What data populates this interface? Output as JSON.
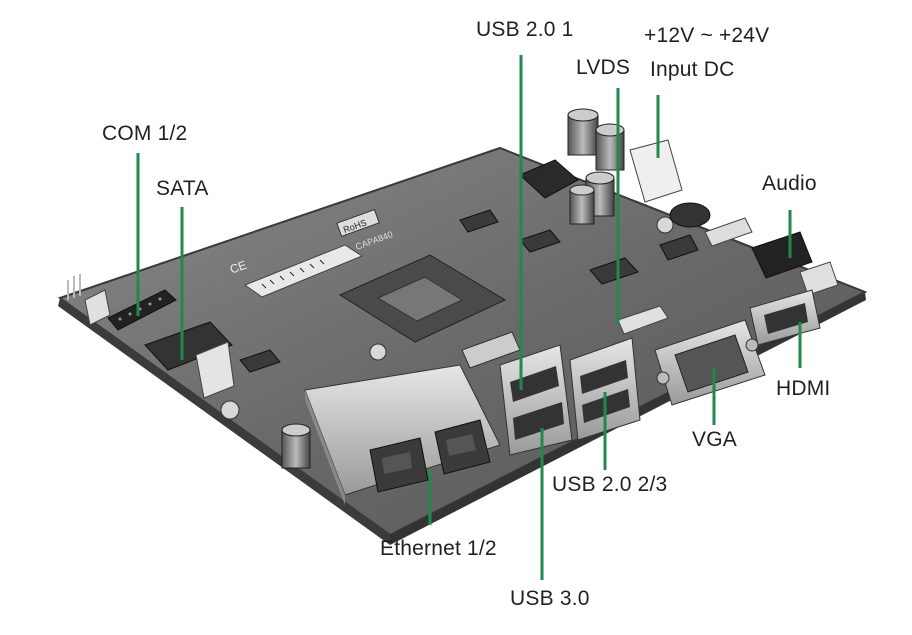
{
  "colors": {
    "leader_line": "#1f8a4c",
    "text": "#231f20",
    "board": "#6e6e6e"
  },
  "labels": {
    "usb20_1": "USB 2.0 1",
    "power_line1": "+12V ~ +24V",
    "power_line2": "Input DC",
    "lvds": "LVDS",
    "com": "COM 1/2",
    "sata": "SATA",
    "audio": "Audio",
    "hdmi": "HDMI",
    "vga": "VGA",
    "usb20_23": "USB 2.0 2/3",
    "ethernet": "Ethernet 1/2",
    "usb30": "USB 3.0"
  },
  "board_text": {
    "rohs": "RoHS",
    "ce": "CE",
    "model": "CAPA840"
  }
}
